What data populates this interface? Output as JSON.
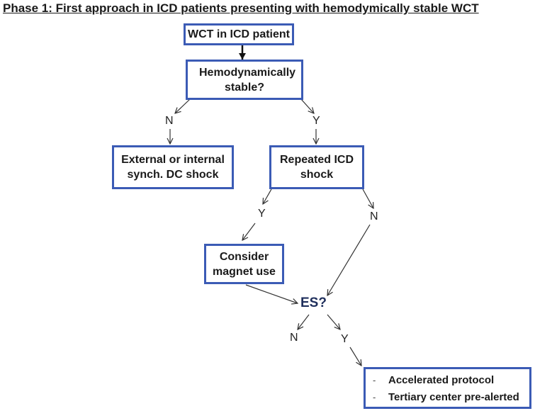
{
  "title": "Phase 1: First approach in ICD patients presenting with hemodymically stable WCT",
  "nodes": {
    "start": "WCT in ICD patient",
    "stable": "Hemodynamically stable?",
    "shock_external": "External or internal synch. DC shock",
    "repeated": "Repeated ICD shock",
    "magnet": "Consider magnet use",
    "es": "ES?",
    "protocol_items": [
      "Accelerated protocol",
      "Tertiary center pre-alerted"
    ],
    "protocol_bullet": "-"
  },
  "edge_labels": {
    "stable_no": "N",
    "stable_yes": "Y",
    "repeated_yes": "Y",
    "repeated_no": "N",
    "es_no": "N",
    "es_yes": "Y"
  },
  "colors": {
    "box_border": "#3b5bb5",
    "es_text": "#1f2f5c",
    "arrow": "#333333"
  }
}
